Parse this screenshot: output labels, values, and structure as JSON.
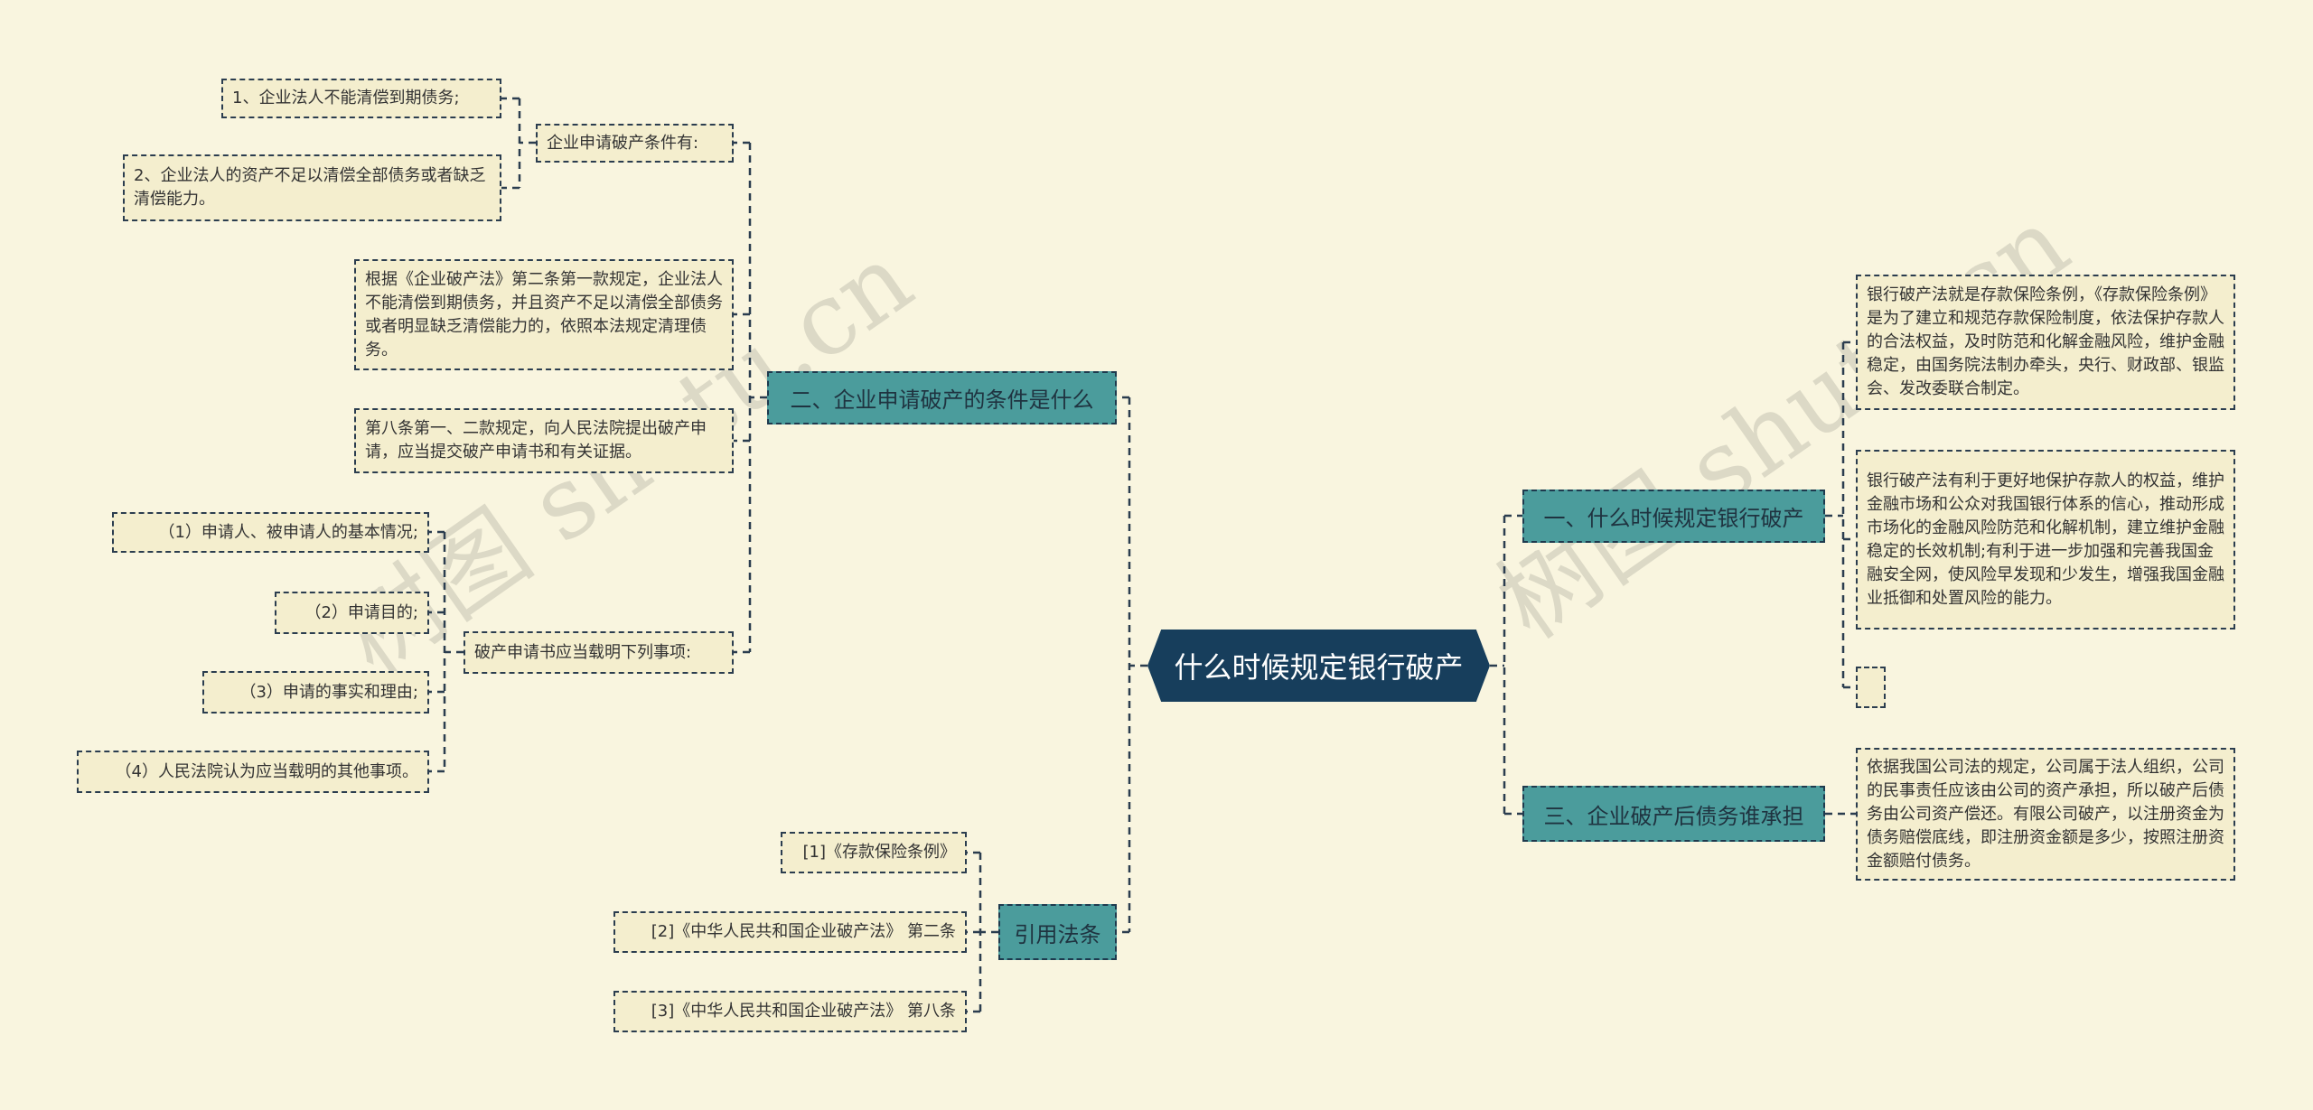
{
  "root": {
    "label": "什么时候规定银行破产"
  },
  "watermark": "树图 shutu.cn",
  "branches": {
    "conditions": {
      "label": "二、企业申请破产的条件是什么",
      "children": {
        "conditions_list": {
          "label": "企业申请破产条件有:",
          "items": [
            "1、企业法人不能清偿到期债务;",
            "2、企业法人的资产不足以清偿全部债务或者缺乏清偿能力。"
          ]
        },
        "article2": "根据《企业破产法》第二条第一款规定，企业法人不能清偿到期债务，并且资产不足以清偿全部债务或者明显缺乏清偿能力的，依照本法规定清理债务。",
        "article8": "第八条第一、二款规定，向人民法院提出破产申请，应当提交破产申请书和有关证据。",
        "application": {
          "label": "破产申请书应当载明下列事项:",
          "items": [
            "（1）申请人、被申请人的基本情况;",
            "（2）申请目的;",
            "（3）申请的事实和理由;",
            "（4）人民法院认为应当载明的其他事项。"
          ]
        }
      }
    },
    "references": {
      "label": "引用法条",
      "items": [
        "[1]《存款保险条例》",
        "[2]《中华人民共和国企业破产法》 第二条",
        "[3]《中华人民共和国企业破产法》 第八条"
      ]
    },
    "when": {
      "label": "一、什么时候规定银行破产",
      "items": [
        "银行破产法就是存款保险条例，《存款保险条例》是为了建立和规范存款保险制度，依法保护存款人的合法权益，及时防范和化解金融风险，维护金融稳定，由国务院法制办牵头，央行、财政部、银监会、发改委联合制定。",
        "银行破产法有利于更好地保护存款人的权益，维护金融市场和公众对我国银行体系的信心，推动形成市场化的金融风险防范和化解机制，建立维护金融稳定的长效机制;有利于进一步加强和完善我国金融安全网，使风险早发现和少发生，增强我国金融业抵御和处置风险的能力。",
        ""
      ]
    },
    "debts": {
      "label": "三、企业破产后债务谁承担",
      "items": [
        "依据我国公司法的规定，公司属于法人组织，公司的民事责任应该由公司的资产承担，所以破产后债务由公司资产偿还。有限公司破产，以注册资金为债务赔偿底线，即注册资金额是多少，按照注册资金额赔付债务。"
      ]
    }
  },
  "colors": {
    "background": "#f9f5df",
    "leaf": "#f4eece",
    "branch": "#4b9c9c",
    "root": "#173e5c",
    "line": "#2b3d4f"
  }
}
